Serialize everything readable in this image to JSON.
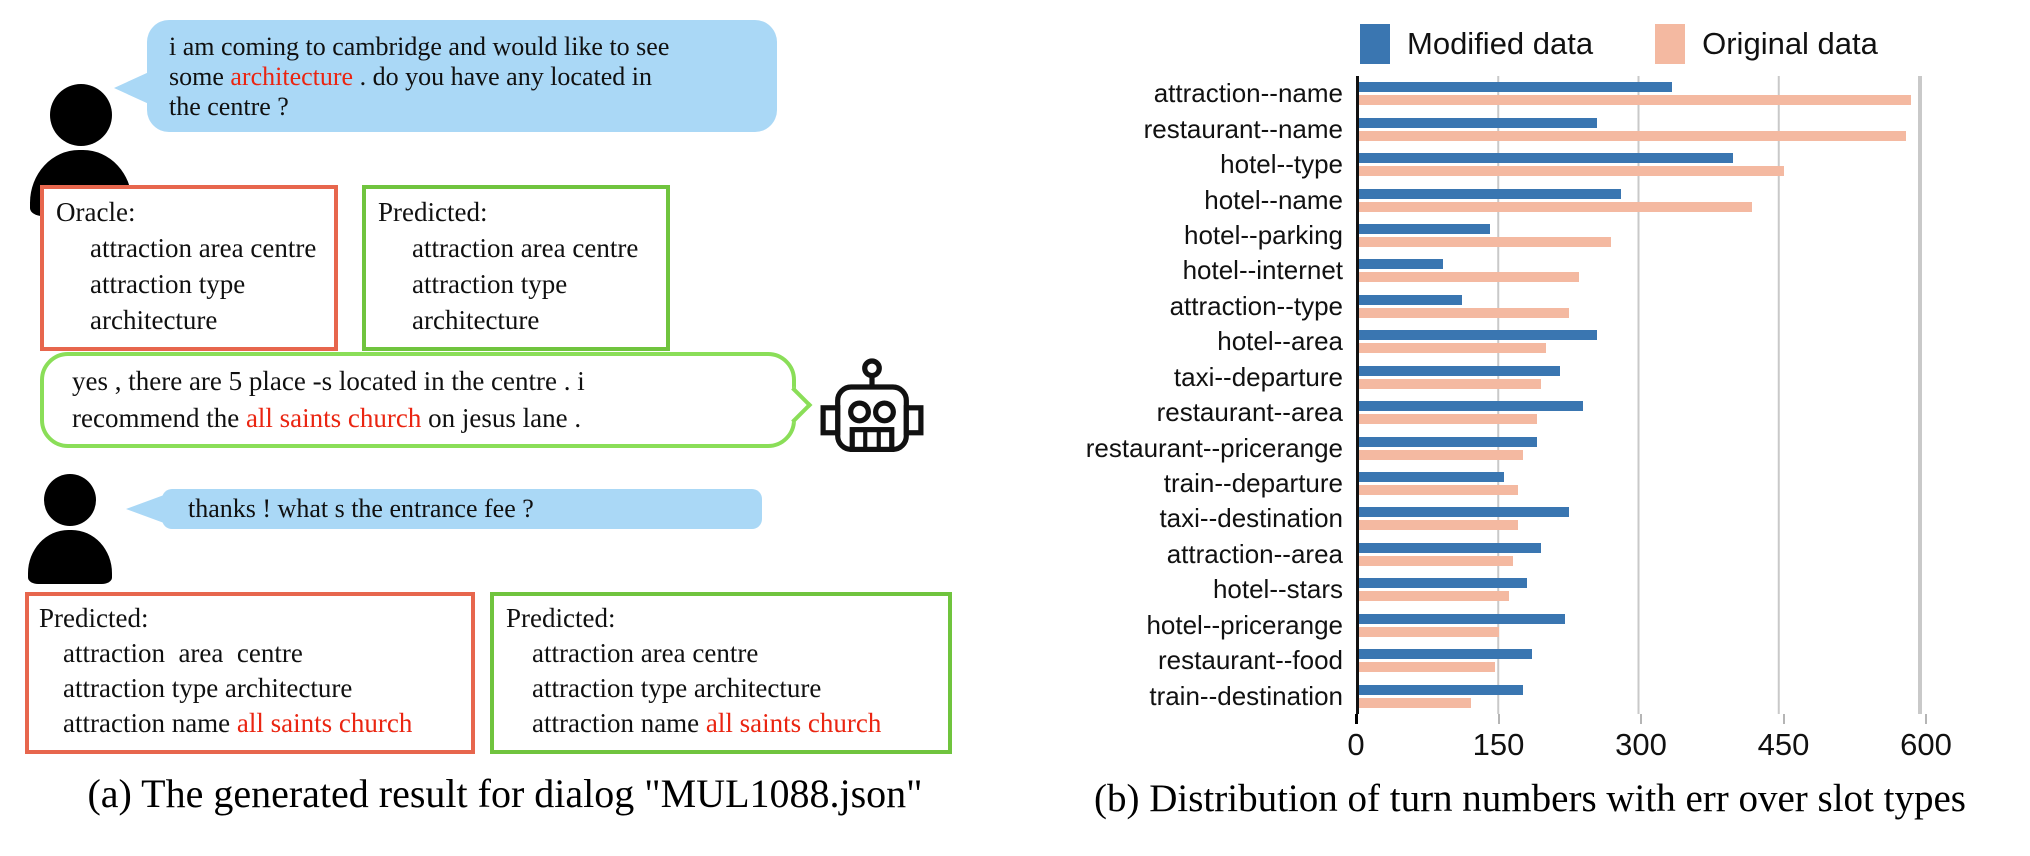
{
  "panel_a": {
    "caption": "(a) The generated result for dialog \"MUL1088.json\"",
    "user_bubble_1": {
      "line1": "i am coming to cambridge and would like to see",
      "line2_pre": "some ",
      "line2_red": "architecture",
      "line2_post": " . do you have any located in",
      "line3": "the centre ?"
    },
    "oracle_box": {
      "title": "Oracle:",
      "line1": "attraction area centre",
      "line2": "attraction type architecture"
    },
    "predicted_box_1": {
      "title": "Predicted:",
      "line1": "attraction area centre",
      "line2": "attraction type architecture"
    },
    "system_bubble": {
      "line1": "yes , there are 5 place -s located in the centre . i",
      "line2_pre": "recommend the ",
      "line2_red": "all saints church",
      "line2_post": " on jesus lane ."
    },
    "user_bubble_2": {
      "text": "thanks ! what s the entrance fee ?"
    },
    "predicted_box_2": {
      "title": "Predicted:",
      "line1": "attraction  area  centre",
      "line2": "attraction type architecture",
      "line3_pre": "attraction name ",
      "line3_red": "all saints church"
    },
    "predicted_box_3": {
      "title": "Predicted:",
      "line1": "attraction area centre",
      "line2": "attraction type architecture",
      "line3_pre": "attraction name ",
      "line3_red": "all saints church"
    }
  },
  "panel_b": {
    "caption": "(b) Distribution of turn numbers with err over slot types"
  },
  "chart_data": {
    "type": "bar",
    "orientation": "horizontal",
    "categories": [
      "attraction--name",
      "restaurant--name",
      "hotel--type",
      "hotel--name",
      "hotel--parking",
      "hotel--internet",
      "attraction--type",
      "hotel--area",
      "taxi--departure",
      "restaurant--area",
      "restaurant--pricerange",
      "train--departure",
      "taxi--destination",
      "attraction--area",
      "hotel--stars",
      "hotel--pricerange",
      "restaurant--food",
      "train--destination"
    ],
    "series": [
      {
        "name": "Modified data",
        "color": "#3a76b1",
        "values": [
          335,
          255,
          400,
          280,
          140,
          90,
          110,
          255,
          215,
          240,
          190,
          155,
          225,
          195,
          180,
          220,
          185,
          175
        ]
      },
      {
        "name": "Original data",
        "color": "#f4b9a1",
        "values": [
          590,
          585,
          455,
          420,
          270,
          235,
          225,
          200,
          195,
          190,
          175,
          170,
          170,
          165,
          160,
          150,
          145,
          120
        ]
      }
    ],
    "xlim": [
      0,
      600
    ],
    "xticks": [
      0,
      150,
      300,
      450,
      600
    ],
    "grid": true,
    "legend_position": "top",
    "title": "",
    "xlabel": "",
    "ylabel": ""
  },
  "colors": {
    "bubble_blue": "#aad8f6",
    "box_red": "#e7664d",
    "box_green": "#70c43e",
    "bubble_green": "#8ade58",
    "highlight_red": "#ea2511",
    "bar_blue": "#3a76b1",
    "bar_pink": "#f4b9a1",
    "grid_gray": "#c9c9c9",
    "axis_black": "#111111"
  }
}
